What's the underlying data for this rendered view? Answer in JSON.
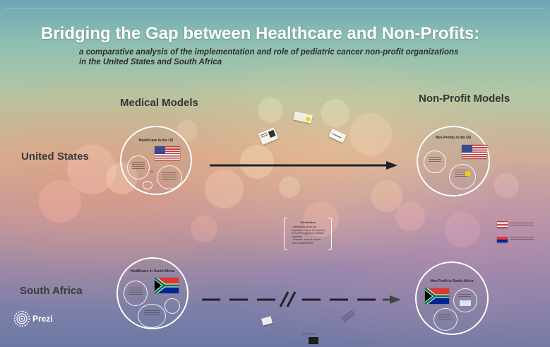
{
  "presentation": {
    "title": "Bridging the Gap between Healthcare and Non-Profits:",
    "subtitle_line1": "a comparative analysis of the implementation and role of pediatric cancer non-profit organizations",
    "subtitle_line2": "in the United States and South Africa"
  },
  "columns": {
    "medical": "Medical Models",
    "nonprofit": "Non-Profit Models"
  },
  "rows": {
    "us": "United States",
    "sa": "South Africa"
  },
  "frames": {
    "us_medical": {
      "title": "Healthcare in the US",
      "vs": "Vs"
    },
    "us_nonprofit": {
      "title": "Non-Profits in the US"
    },
    "sa_medical": {
      "title": "Healthcare in South Africa"
    },
    "sa_nonprofit": {
      "title": "Non-Profit in South Africa"
    }
  },
  "similarities": {
    "title": "Similarities",
    "items": [
      "- Healthcare prices are expensive = there is a need for non-profit support for medical expenses",
      "- Illnesses, such as cancer, have a global effect"
    ]
  },
  "brand": {
    "name": "Prezi",
    "logo_icon": "prezi-logo-icon"
  },
  "colors": {
    "title_text": "#ffffff",
    "arrow": "#222222",
    "flag_red": "#c3373a",
    "flag_blue": "#3b4a8f"
  }
}
